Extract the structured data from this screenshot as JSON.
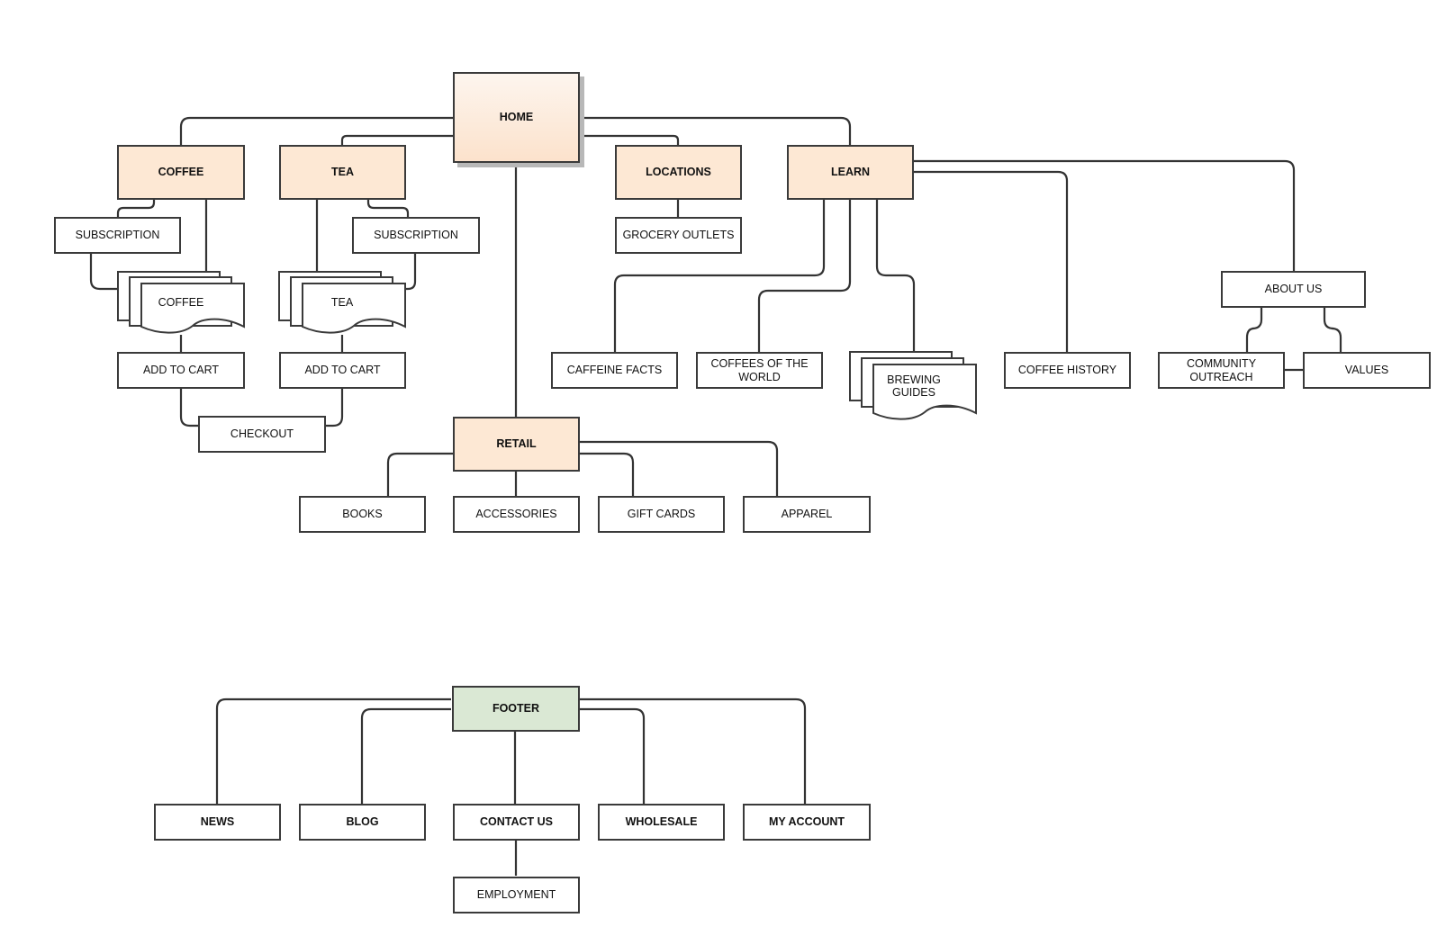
{
  "home": {
    "label": "HOME"
  },
  "categories": {
    "coffee": "COFFEE",
    "tea": "TEA",
    "locations": "LOCATIONS",
    "learn": "LEARN"
  },
  "coffee_branch": {
    "subscription": "SUBSCRIPTION",
    "products": "COFFEE",
    "add_to_cart": "ADD TO CART"
  },
  "tea_branch": {
    "subscription": "SUBSCRIPTION",
    "products": "TEA",
    "add_to_cart": "ADD TO CART"
  },
  "checkout": "CHECKOUT",
  "locations_branch": {
    "grocery_outlets": "GROCERY OUTLETS"
  },
  "learn_branch": {
    "caffeine_facts": "CAFFEINE FACTS",
    "coffees_of_the_world": [
      "COFFEES OF THE",
      "WORLD"
    ],
    "brewing_guides": [
      "BREWING",
      "GUIDES"
    ],
    "coffee_history": "COFFEE HISTORY",
    "about_us": "ABOUT US",
    "community_outreach": [
      "COMMUNITY",
      "OUTREACH"
    ],
    "values": "VALUES"
  },
  "retail": {
    "label": "RETAIL",
    "books": "BOOKS",
    "accessories": "ACCESSORIES",
    "gift_cards": "GIFT CARDS",
    "apparel": "APPAREL"
  },
  "footer": {
    "label": "FOOTER",
    "news": "NEWS",
    "blog": "BLOG",
    "contact_us": "CONTACT US",
    "wholesale": "WHOLESALE",
    "my_account": "MY ACCOUNT",
    "employment": "EMPLOYMENT"
  },
  "colors": {
    "category_fill": "#fde8d4",
    "footer_fill": "#dae8d4",
    "stroke": "#333333"
  }
}
